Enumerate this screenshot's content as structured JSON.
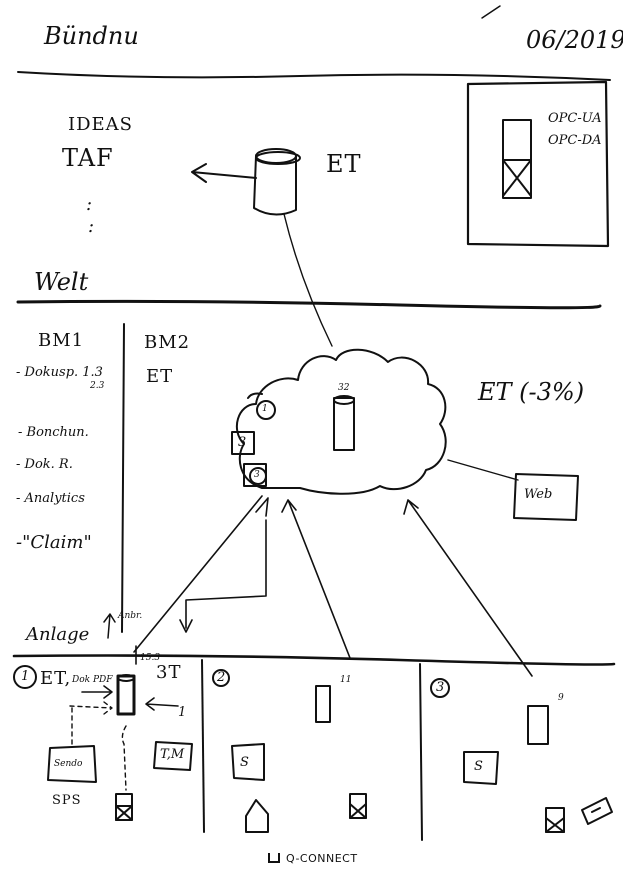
{
  "header": {
    "title": "Bündnu",
    "date": "06/2019"
  },
  "top": {
    "ideas": "IDEAS",
    "taf": "TAF",
    "ellipsis": ":",
    "et_label": "ET",
    "opc_lines": [
      "OPC-UA",
      "OPC-DA"
    ]
  },
  "welt": {
    "label": "Welt"
  },
  "middle": {
    "bm1": "BM1",
    "bm2": "BM2",
    "bm1_items": [
      "- Dokusp. 1.3",
      "- Bonchun.",
      "- Dok. R.",
      "- Analytics",
      "-\"Claim\""
    ],
    "doku_sub": "2.3",
    "bm2_et": "ET",
    "et_right": "ET  (-3%)",
    "cloud_number": "32",
    "cloud_badges": [
      "1",
      "3",
      "3"
    ],
    "web": "Web"
  },
  "anlage": {
    "label": "Anlage",
    "anbr": "Anbr.",
    "num": "15.3"
  },
  "bottom": {
    "sections": [
      {
        "num": "1",
        "et": "ET,",
        "dok_pdf": "Dok PDF",
        "count": "3T",
        "index": "1",
        "boxes": [
          "Sendo",
          "T,M"
        ],
        "sps": "SPS"
      },
      {
        "num": "2",
        "count": "11",
        "s_box": "S"
      },
      {
        "num": "3",
        "count": "9",
        "s_box": "S"
      }
    ]
  },
  "brand": "Q-CONNECT"
}
